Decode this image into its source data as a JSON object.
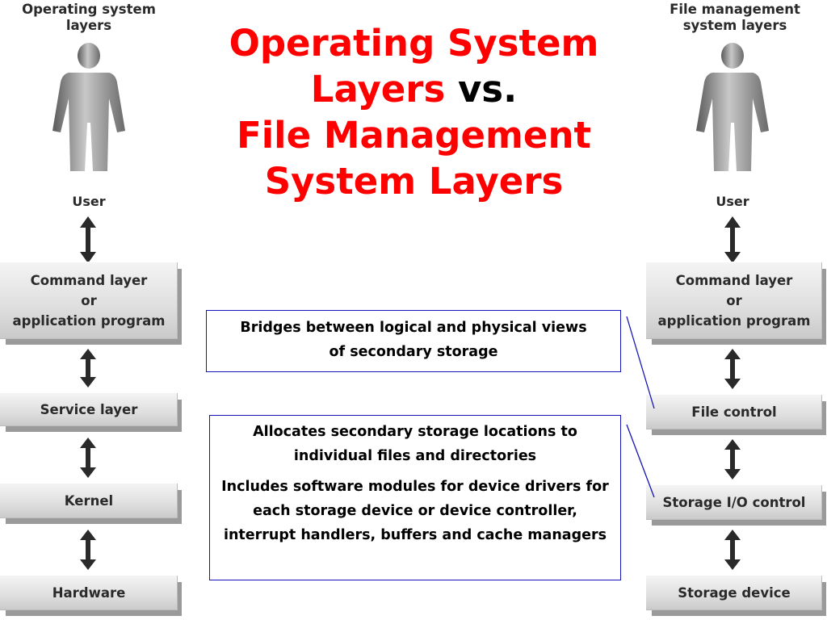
{
  "title": {
    "line1": "Operating System",
    "line2": "Layers",
    "vs": "vs.",
    "line3": "File Management",
    "line4": "System Layers"
  },
  "left_column": {
    "heading": "Operating system\nlayers",
    "user_label": "User",
    "layers": [
      "Command layer\nor\napplication program",
      "Service layer",
      "Kernel",
      "Hardware"
    ]
  },
  "right_column": {
    "heading": "File management\nsystem layers",
    "user_label": "User",
    "layers": [
      "Command layer\nor\napplication program",
      "File control",
      "Storage I/O control",
      "Storage device"
    ]
  },
  "notes": {
    "file_control": "Bridges between logical and physical views of secondary storage",
    "storage_io_1": "Allocates secondary storage locations to individual files and directories",
    "storage_io_2": "Includes software modules for device drivers for each storage device or device controller, interrupt handlers, buffers and cache managers"
  },
  "colors": {
    "title": "#ff0000",
    "vs": "#000000",
    "note_border": "#1414b8"
  },
  "icons": [
    "user-figure-icon",
    "double-arrow-icon"
  ]
}
